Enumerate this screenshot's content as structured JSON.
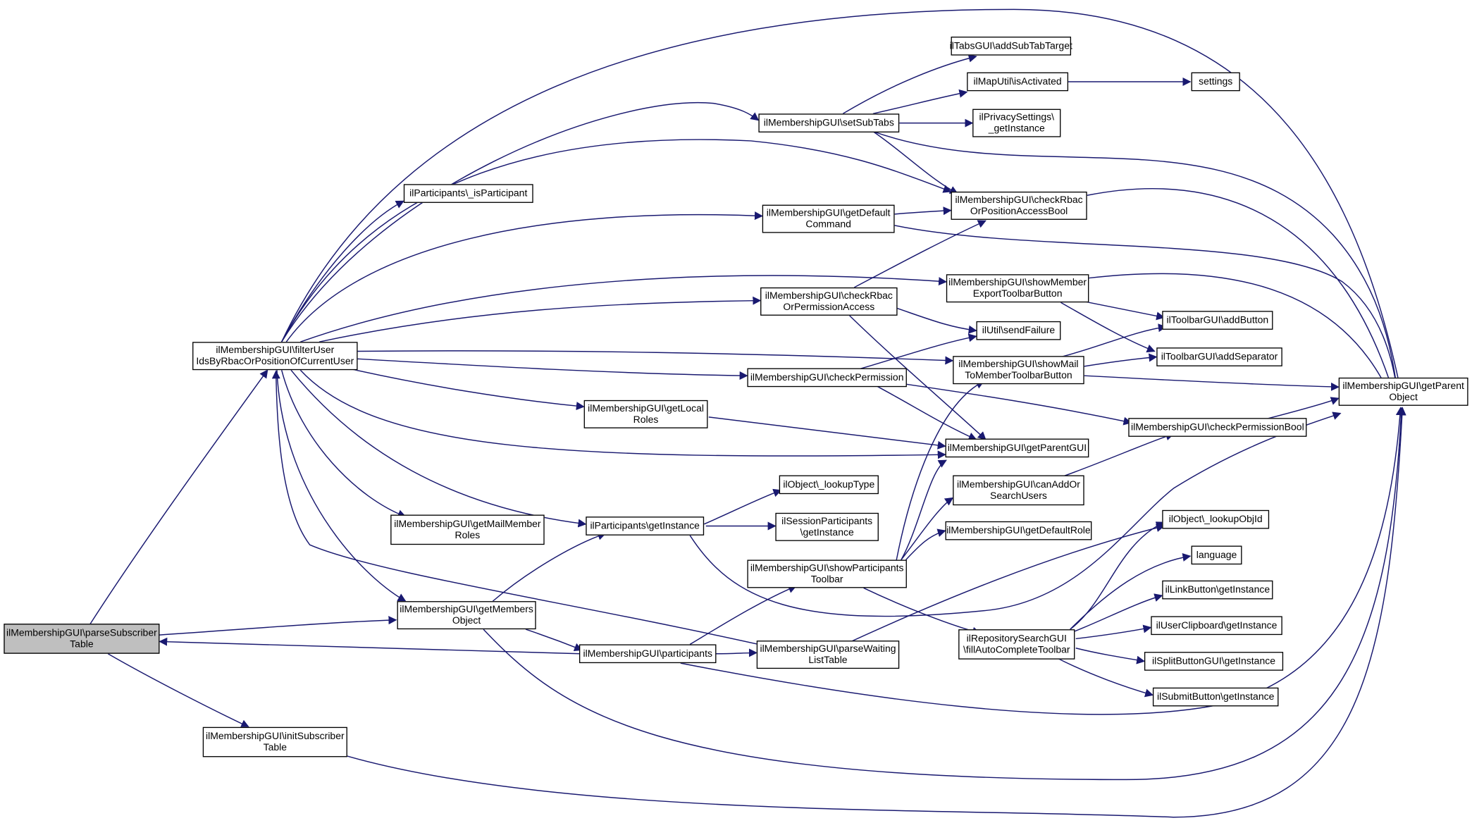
{
  "colors": {
    "edge": "#191970",
    "root_fill": "#bfbfbf",
    "node_fill": "#ffffff",
    "border": "#000000"
  },
  "nodes": {
    "parseSubscriberTable": {
      "l1": "ilMembershipGUI\\parseSubscriber",
      "l2": "Table"
    },
    "filterUser": {
      "l1": "ilMembershipGUI\\filterUser",
      "l2": "IdsByRbacOrPositionOfCurrentUser"
    },
    "initSubscriberTable": {
      "l1": "ilMembershipGUI\\initSubscriber",
      "l2": "Table"
    },
    "getMembersObject": {
      "l1": "ilMembershipGUI\\getMembers",
      "l2": "Object"
    },
    "getMailMemberRoles": {
      "l1": "ilMembershipGUI\\getMailMember",
      "l2": "Roles"
    },
    "isParticipant": {
      "l1": "ilParticipants\\_isParticipant"
    },
    "setSubTabs": {
      "l1": "ilMembershipGUI\\setSubTabs"
    },
    "getDefaultCommand": {
      "l1": "ilMembershipGUI\\getDefault",
      "l2": "Command"
    },
    "checkRbacOrPermissionAccess": {
      "l1": "ilMembershipGUI\\checkRbac",
      "l2": "OrPermissionAccess"
    },
    "checkPermission": {
      "l1": "ilMembershipGUI\\checkPermission"
    },
    "getLocalRoles": {
      "l1": "ilMembershipGUI\\getLocal",
      "l2": "Roles"
    },
    "participantsGetInstance": {
      "l1": "ilParticipants\\getInstance"
    },
    "participants": {
      "l1": "ilMembershipGUI\\participants"
    },
    "parseWaitingListTable": {
      "l1": "ilMembershipGUI\\parseWaiting",
      "l2": "ListTable"
    },
    "showParticipantsToolbar": {
      "l1": "ilMembershipGUI\\showParticipants",
      "l2": "Toolbar"
    },
    "lookupType": {
      "l1": "ilObject\\_lookupType"
    },
    "sessionParticipants": {
      "l1": "ilSessionParticipants",
      "l2": "\\getInstance"
    },
    "addSubTabTarget": {
      "l1": "ilTabsGUI\\addSubTabTarget"
    },
    "isActivated": {
      "l1": "ilMapUtil\\isActivated"
    },
    "privacySettings": {
      "l1": "ilPrivacySettings\\",
      "l2": "_getInstance"
    },
    "checkRbacOrPositionAccessBool": {
      "l1": "ilMembershipGUI\\checkRbac",
      "l2": "OrPositionAccessBool"
    },
    "showMemberExportToolbarButton": {
      "l1": "ilMembershipGUI\\showMember",
      "l2": "ExportToolbarButton"
    },
    "sendFailure": {
      "l1": "ilUtil\\sendFailure"
    },
    "showMailToMemberToolbarButton": {
      "l1": "ilMembershipGUI\\showMail",
      "l2": "ToMemberToolbarButton"
    },
    "getParentGUI": {
      "l1": "ilMembershipGUI\\getParentGUI"
    },
    "canAddOrSearchUsers": {
      "l1": "ilMembershipGUI\\canAddOr",
      "l2": "SearchUsers"
    },
    "getDefaultRole": {
      "l1": "ilMembershipGUI\\getDefaultRole"
    },
    "fillAutoCompleteToolbar": {
      "l1": "ilRepositorySearchGUI",
      "l2": "\\fillAutoCompleteToolbar"
    },
    "settings": {
      "l1": "settings"
    },
    "addButton": {
      "l1": "ilToolbarGUI\\addButton"
    },
    "addSeparator": {
      "l1": "ilToolbarGUI\\addSeparator"
    },
    "checkPermissionBool": {
      "l1": "ilMembershipGUI\\checkPermissionBool"
    },
    "lookupObjId": {
      "l1": "ilObject\\_lookupObjId"
    },
    "language": {
      "l1": "language"
    },
    "linkButton": {
      "l1": "ilLinkButton\\getInstance"
    },
    "userClipboard": {
      "l1": "ilUserClipboard\\getInstance"
    },
    "splitButton": {
      "l1": "ilSplitButtonGUI\\getInstance"
    },
    "submitButton": {
      "l1": "ilSubmitButton\\getInstance"
    },
    "getParentObject": {
      "l1": "ilMembershipGUI\\getParent",
      "l2": "Object"
    }
  }
}
